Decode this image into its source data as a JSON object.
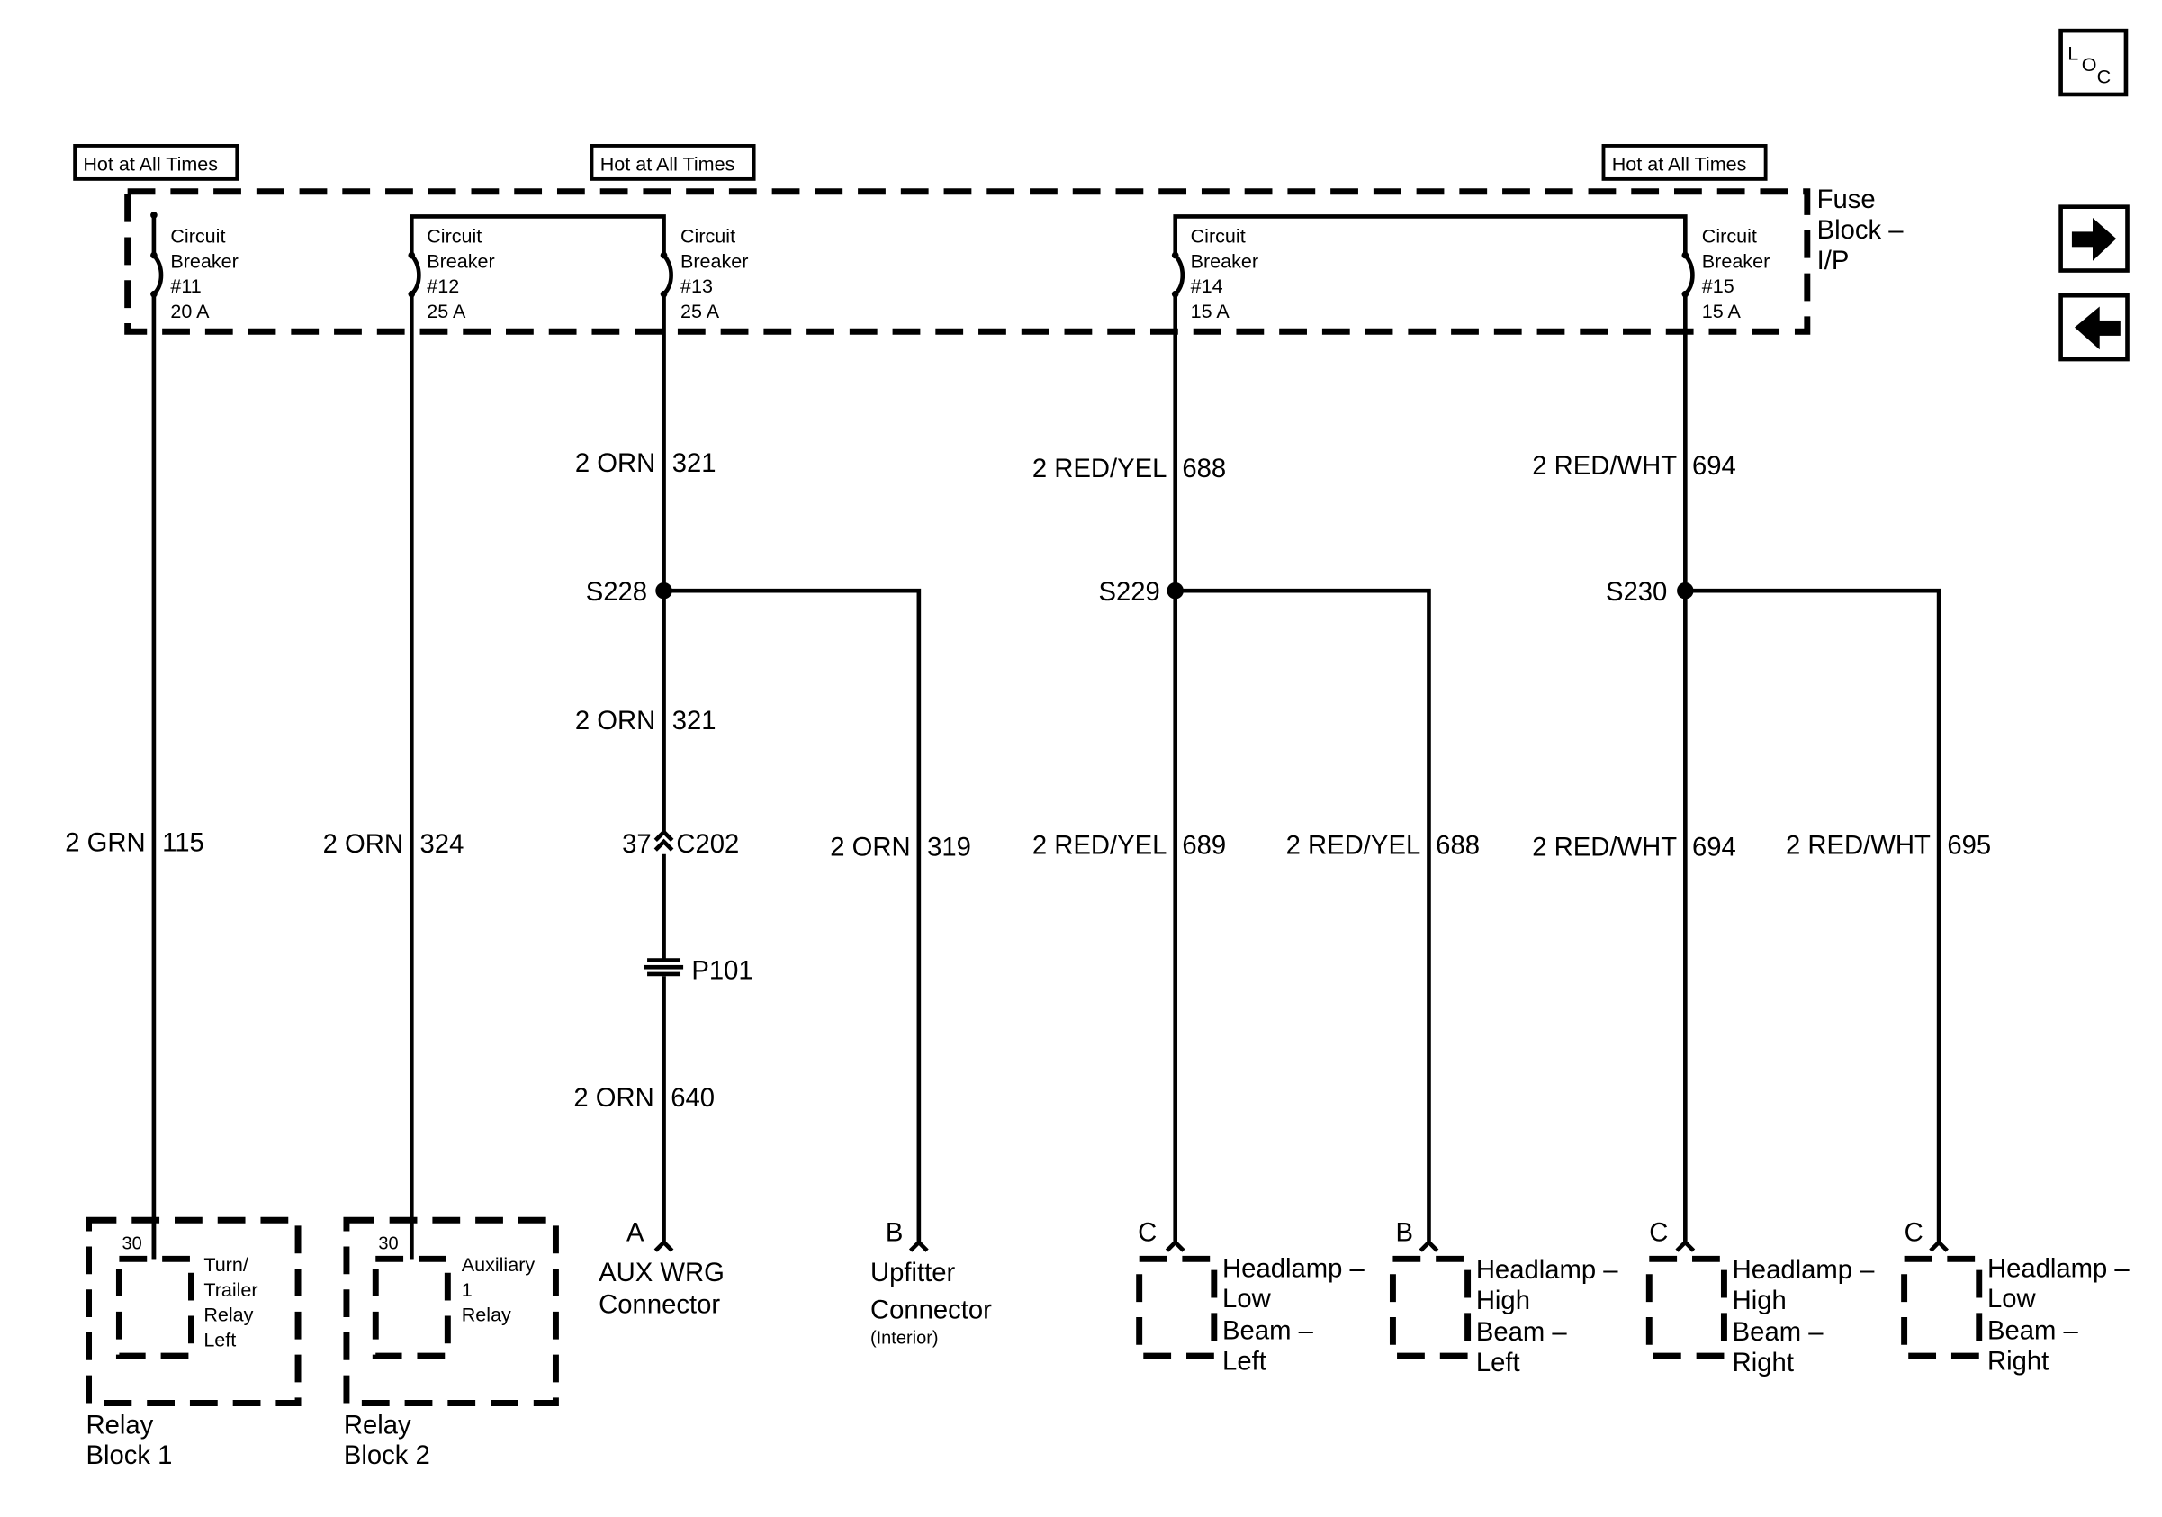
{
  "hot_label": "Hot at All Times",
  "loc_button": {
    "l": "L",
    "o": "O",
    "c": "C"
  },
  "fuse_block": {
    "line1": "Fuse",
    "line2": "Block –",
    "line3": "I/P"
  },
  "breakers": [
    {
      "l1": "Circuit",
      "l2": "Breaker",
      "l3": "#11",
      "l4": "20 A"
    },
    {
      "l1": "Circuit",
      "l2": "Breaker",
      "l3": "#12",
      "l4": "25 A"
    },
    {
      "l1": "Circuit",
      "l2": "Breaker",
      "l3": "#13",
      "l4": "25 A"
    },
    {
      "l1": "Circuit",
      "l2": "Breaker",
      "l3": "#14",
      "l4": "15 A"
    },
    {
      "l1": "Circuit",
      "l2": "Breaker",
      "l3": "#15",
      "l4": "15 A"
    }
  ],
  "wires_upper": [
    {
      "spec": "2 ORN",
      "circuit": "321"
    },
    {
      "spec": "2 RED/YEL",
      "circuit": "688"
    },
    {
      "spec": "2 RED/WHT",
      "circuit": "694"
    }
  ],
  "splices": [
    "S228",
    "S229",
    "S230"
  ],
  "wire_mid": {
    "spec": "2 ORN",
    "circuit": "321"
  },
  "wires_lower": [
    {
      "spec": "2 GRN",
      "circuit": "115"
    },
    {
      "spec": "2 ORN",
      "circuit": "324"
    },
    {
      "spec": "2 ORN",
      "circuit": "319"
    },
    {
      "spec": "2 RED/YEL",
      "circuit": "689"
    },
    {
      "spec": "2 RED/YEL",
      "circuit": "688"
    },
    {
      "spec": "2 RED/WHT",
      "circuit": "694"
    },
    {
      "spec": "2 RED/WHT",
      "circuit": "695"
    }
  ],
  "connector_c202": {
    "pin": "37",
    "name": "C202"
  },
  "passthrough": "P101",
  "wire_bottom": {
    "spec": "2 ORN",
    "circuit": "640"
  },
  "relay_blocks": [
    {
      "pin": "30",
      "relay": [
        "Turn/",
        "Trailer",
        "Relay",
        "Left"
      ],
      "block": [
        "Relay",
        "Block 1"
      ]
    },
    {
      "pin": "30",
      "relay": [
        "Auxiliary",
        "1",
        "Relay"
      ],
      "block": [
        "Relay",
        "Block 2"
      ]
    }
  ],
  "aux_connector": {
    "pin": "A",
    "l1": "AUX WRG",
    "l2": "Connector"
  },
  "upfitter_connector": {
    "pin": "B",
    "l1": "Upfitter",
    "l2": "Connector",
    "l3": "(Interior)"
  },
  "headlamps": [
    {
      "pin": "C",
      "lines": [
        "Headlamp –",
        "Low",
        "Beam –",
        "Left"
      ]
    },
    {
      "pin": "B",
      "lines": [
        "Headlamp –",
        "High",
        "Beam –",
        "Left"
      ]
    },
    {
      "pin": "C",
      "lines": [
        "Headlamp –",
        "High",
        "Beam –",
        "Right"
      ]
    },
    {
      "pin": "C",
      "lines": [
        "Headlamp –",
        "Low",
        "Beam –",
        "Right"
      ]
    }
  ],
  "nav_icons": [
    "arrow-right-icon",
    "arrow-left-icon"
  ]
}
